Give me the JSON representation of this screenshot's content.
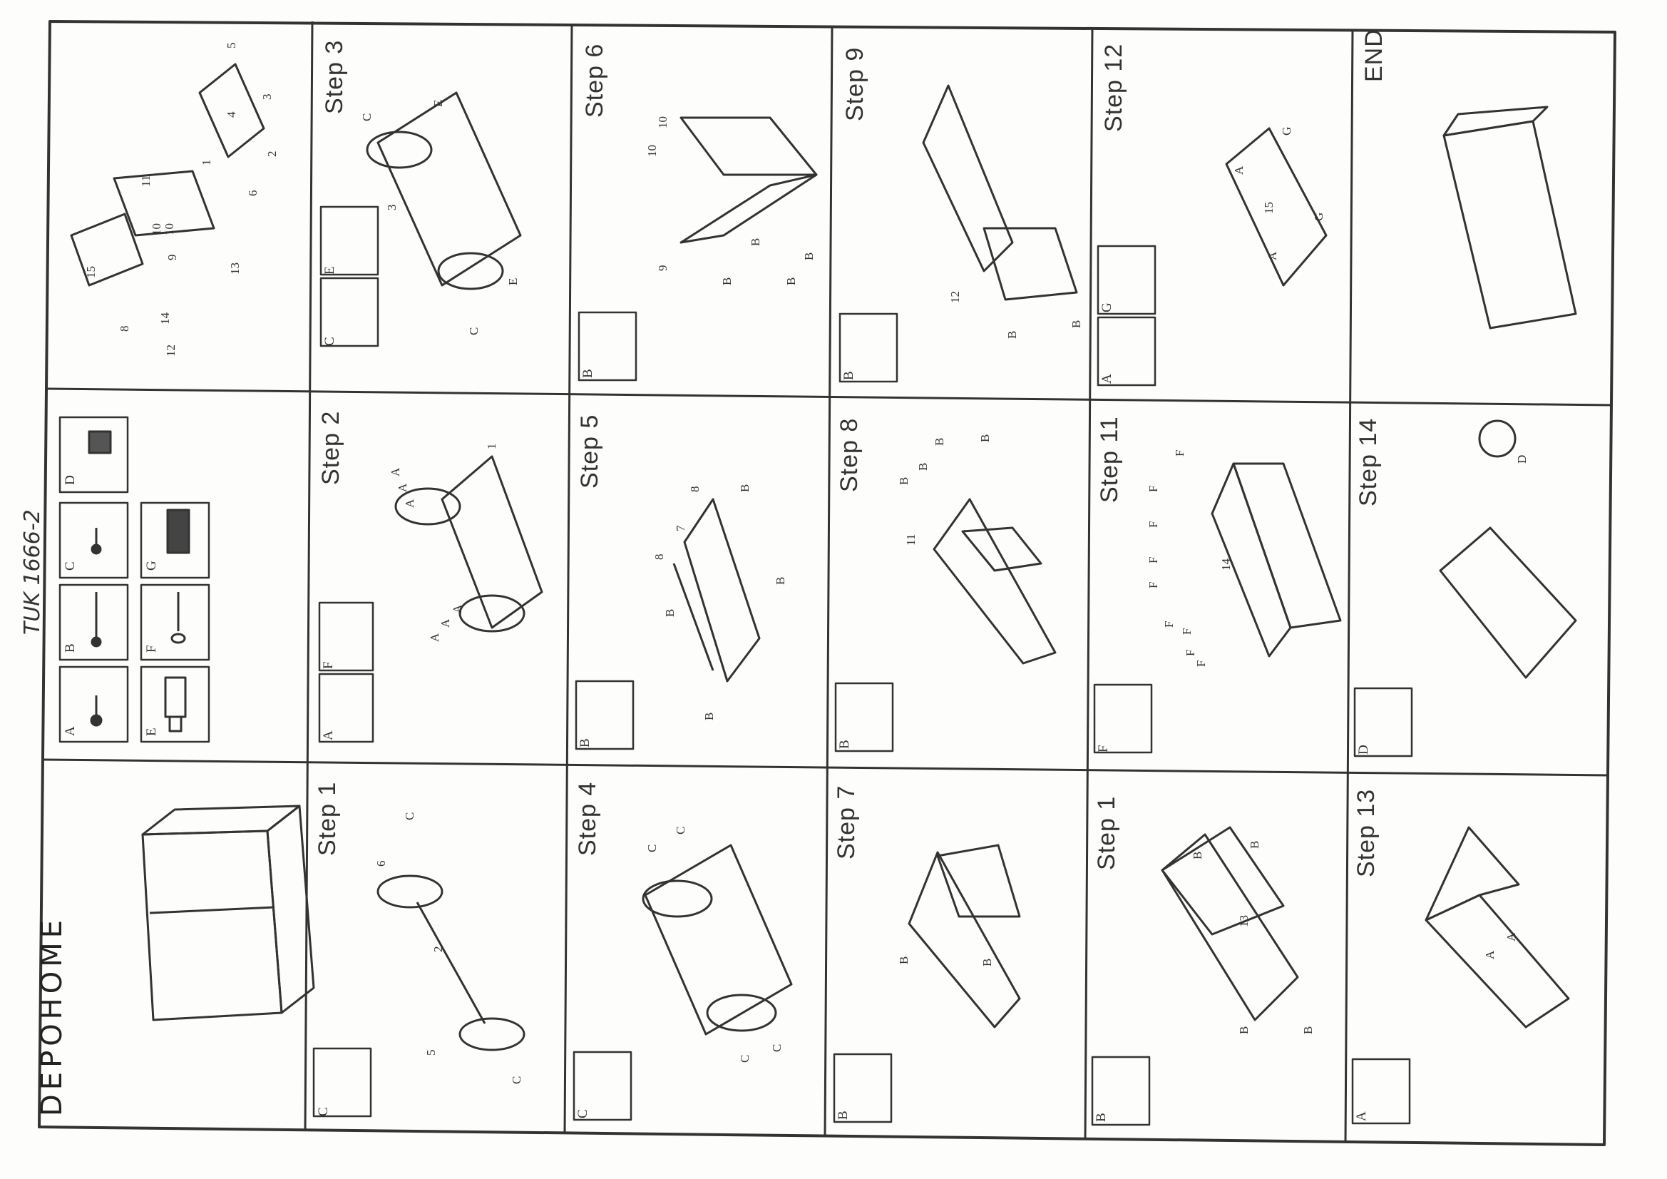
{
  "handwritten_note": "TUK 1666-2",
  "brand": "DEPOHOME",
  "parts_legend": [
    {
      "key": "A"
    },
    {
      "key": "B"
    },
    {
      "key": "C"
    },
    {
      "key": "D"
    },
    {
      "key": "E"
    },
    {
      "key": "F"
    },
    {
      "key": "G"
    }
  ],
  "cells": [
    {
      "title": "Step 1",
      "hardware": "C",
      "labels": [
        "C",
        "6",
        "2",
        "5",
        "C"
      ]
    },
    {
      "title": "Step 2",
      "hardware": "A",
      "hardware2": "F",
      "labels": [
        "A",
        "A",
        "A",
        "A",
        "A",
        "A",
        "1"
      ]
    },
    {
      "title": "Step 3",
      "hardware": "C",
      "hardware2": "E",
      "labels": [
        "C",
        "E",
        "3",
        "C",
        "E"
      ]
    },
    {
      "title": "Step 4",
      "hardware": "C",
      "labels": [
        "C",
        "C",
        "C",
        "C"
      ]
    },
    {
      "title": "Step 5",
      "hardware": "B",
      "labels": [
        "8",
        "7",
        "8",
        "B",
        "B",
        "B",
        "B"
      ]
    },
    {
      "title": "Step 6",
      "hardware": "B",
      "labels": [
        "10",
        "10",
        "9",
        "B",
        "B",
        "B",
        "B"
      ]
    },
    {
      "title": "Step 7",
      "hardware": "B",
      "labels": [
        "B",
        "B"
      ]
    },
    {
      "title": "Step 8",
      "hardware": "B",
      "labels": [
        "B",
        "B",
        "B",
        "B",
        "11"
      ]
    },
    {
      "title": "Step 9",
      "hardware": "B",
      "labels": [
        "12",
        "B",
        "B"
      ]
    },
    {
      "title": "Step 1",
      "hardware": "B",
      "labels": [
        "B",
        "B",
        "13",
        "B",
        "B"
      ]
    },
    {
      "title": "Step 11",
      "hardware": "F",
      "labels": [
        "F",
        "F",
        "F",
        "F",
        "F",
        "F",
        "F",
        "F",
        "F",
        "14"
      ]
    },
    {
      "title": "Step 12",
      "hardware": "A",
      "hardware2": "G",
      "labels": [
        "A",
        "G",
        "15",
        "A",
        "G"
      ]
    },
    {
      "title": "Step 13",
      "hardware": "A",
      "labels": [
        "A",
        "A"
      ]
    },
    {
      "title": "Step 14",
      "hardware": "D",
      "labels": [
        "D"
      ]
    },
    {
      "title": "END"
    }
  ],
  "exploded_labels": [
    "11",
    "15",
    "10",
    "10",
    "9",
    "13",
    "8",
    "14",
    "12",
    "3",
    "4",
    "1",
    "2",
    "5",
    "6"
  ]
}
